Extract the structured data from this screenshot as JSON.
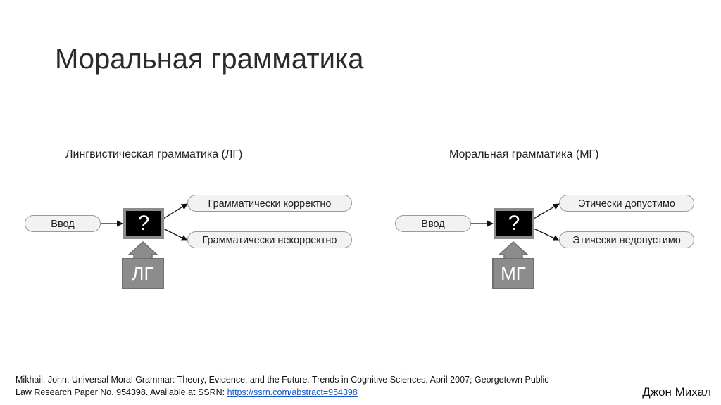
{
  "title": "Моральная грамматика",
  "left_diagram": {
    "label": "Лингвистическая грамматика (ЛГ)",
    "input": "Ввод",
    "box": "?",
    "module": "ЛГ",
    "output_top": "Грамматически корректно",
    "output_bottom": "Грамматически некорректно"
  },
  "right_diagram": {
    "label": "Моральная грамматика (МГ)",
    "input": "Ввод",
    "box": "?",
    "module": "МГ",
    "output_top": "Этически допустимо",
    "output_bottom": "Этически недопустимо"
  },
  "citation": {
    "text": "Mikhail, John, Universal Moral Grammar: Theory, Evidence, and the Future. Trends in Cognitive Sciences, April 2007; Georgetown Public Law Research Paper No. 954398. Available at SSRN: ",
    "link": "https://ssrn.com/abstract=954398"
  },
  "author": "Джон Михал",
  "colors": {
    "pill_fill": "#f2f2f2",
    "box_fill": "#000000",
    "box_border": "#8c8c8c",
    "module_fill": "#8c8c8c",
    "link": "#1a56c8"
  }
}
